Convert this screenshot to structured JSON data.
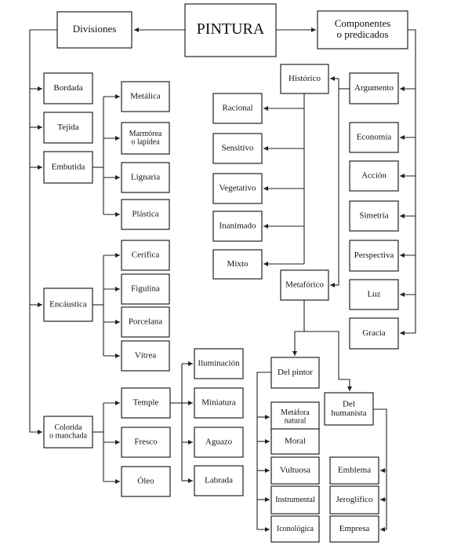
{
  "root": {
    "label": "PINTURA"
  },
  "branches": {
    "divisiones": "Divisiones",
    "componentes": [
      "Componentes",
      "o predicados"
    ]
  },
  "divisiones": {
    "bordada": "Bordada",
    "tejida": "Tejida",
    "embutida": "Embutida",
    "encaustica": "Encáustica",
    "colorida": [
      "Colorida",
      "o manchada"
    ]
  },
  "embutida_tipos": {
    "metalica": "Metálica",
    "marmorea": [
      "Marmórea",
      "o lapídea"
    ],
    "lignaria": "Lignaria",
    "plastica": "Plástica"
  },
  "encaustica_tipos": {
    "cerifica": "Cerífica",
    "figulina": "Figulina",
    "porcelana": "Porcelana",
    "vitrea": "Vítrea"
  },
  "colorida_tipos": {
    "temple": "Temple",
    "fresco": "Fresco",
    "oleo": "Óleo"
  },
  "temple_tipos": {
    "iluminacion": "Iluminación",
    "miniatura": "Miniatura",
    "aguazo": "Aguazo",
    "labrada": "Labrada"
  },
  "componentes": {
    "argumento": "Argumento",
    "economia": "Economía",
    "accion": "Acción",
    "simetria": "Simetría",
    "perspectiva": "Perspectiva",
    "luz": "Luz",
    "gracia": "Gracia"
  },
  "argumento_tipos": {
    "historico": "Histórico",
    "metaforico": "Metafórico"
  },
  "historico_tipos": {
    "racional": "Racional",
    "sensitivo": "Sensitivo",
    "vegetativo": "Vegetativo",
    "inanimado": "Inanimado",
    "mixto": "Mixto"
  },
  "metaforico_tipos": {
    "del_pintor": "Del pintor",
    "del_humanista": [
      "Del",
      "humanista"
    ]
  },
  "pintor_tipos": {
    "metafora": [
      "Metáfora",
      "natural"
    ],
    "moral": "Moral",
    "vultuosa": "Vultuosa",
    "instrumental": "Instrumental",
    "iconologica": "Iconológica"
  },
  "humanista_tipos": {
    "emblema": "Emblema",
    "jeroglifico": "Jeroglífico",
    "empresa": "Empresa"
  }
}
